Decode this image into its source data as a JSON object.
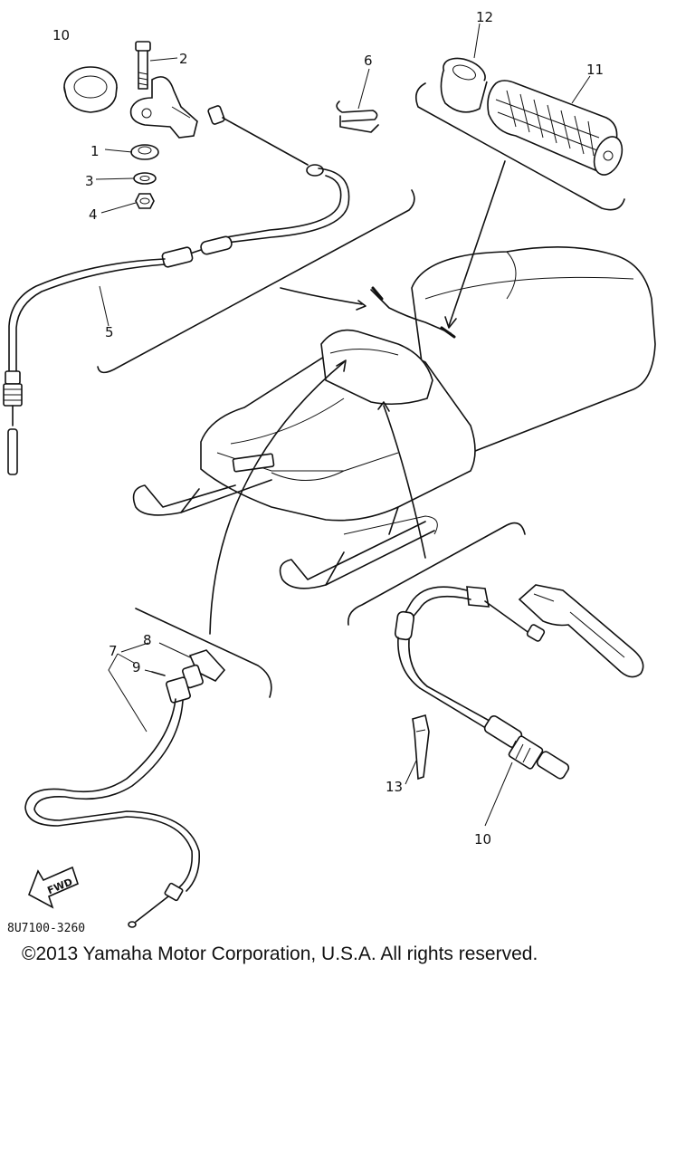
{
  "callouts": {
    "c1": "1",
    "c2": "2",
    "c3": "3",
    "c4": "4",
    "c5": "5",
    "c6": "6",
    "c7": "7",
    "c8": "8",
    "c9": "9",
    "c10_top": "10",
    "c10_bottom": "10",
    "c11": "11",
    "c12": "12",
    "c13": "13"
  },
  "fwd_label": "FWD",
  "diagram_code": "8U7100-3260",
  "copyright": "©2013 Yamaha Motor Corporation, U.S.A. All rights reserved."
}
